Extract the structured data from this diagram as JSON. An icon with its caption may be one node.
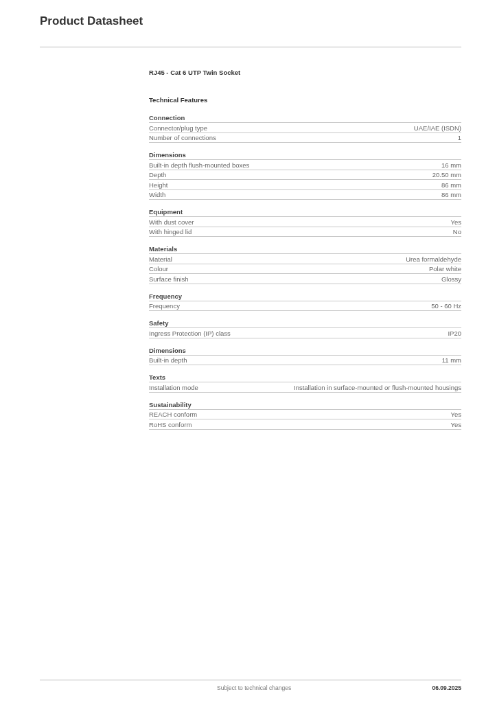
{
  "diagram": {
    "title": "Product Datasheet",
    "labels": [
      "RJ45 - Cat 6 UTP Twin Socket",
      "Technical Features",
      "Connection",
      "Connector/plug type",
      "UAE/IAE (ISDN)",
      "Number of connections",
      "1",
      "Dimensions",
      "Built-in depth flush-mounted boxes",
      "16 mm",
      "Depth",
      "20.50 mm",
      "Height",
      "86 mm",
      "Width",
      "86 mm",
      "Equipment",
      "With dust cover",
      "Yes",
      "With hinged lid",
      "No",
      "Materials",
      "Material",
      "Urea formaldehyde",
      "Colour",
      "Polar white",
      "Surface finish",
      "Glossy",
      "Frequency",
      "Frequency",
      "50 - 60 Hz",
      "Safety",
      "Ingress Protection (IP) class",
      "IP20",
      "Dimensions",
      "Built-in depth",
      "11 mm",
      "Texts",
      "Installation mode",
      "Installation in surface-mounted or flush-mounted housings",
      "Sustainability",
      "REACH conform",
      "Yes",
      "RoHS conform",
      "Yes",
      "Subject to technical changes",
      "06.09.2025"
    ]
  }
}
